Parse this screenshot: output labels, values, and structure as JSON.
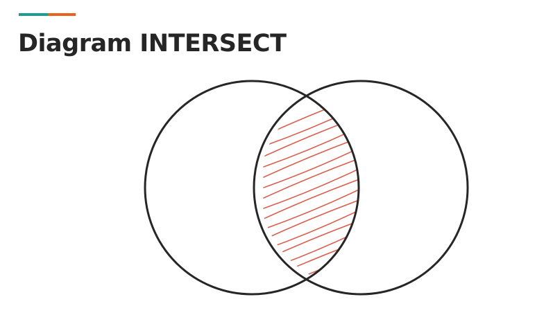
{
  "title": "Diagram INTERSECT",
  "colors": {
    "accent_teal": "#1a9e8f",
    "accent_orange": "#e8641e",
    "circle_stroke": "#262626",
    "hatch": "#d9604f"
  },
  "diagram": {
    "type": "venn",
    "sets": 2,
    "highlighted_region": "intersection",
    "fill_style": "hand-drawn hatching"
  }
}
